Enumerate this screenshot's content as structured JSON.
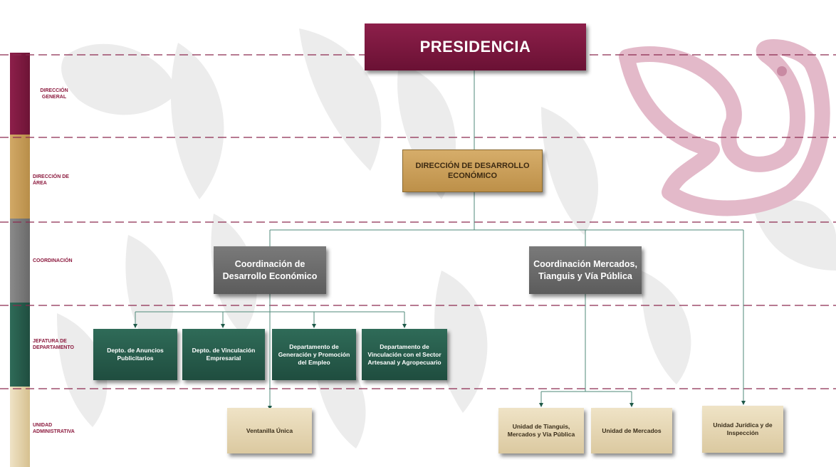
{
  "levels": {
    "direccion_general": "DIRECCIÓN GENERAL",
    "direccion_area": "DIRECCIÓN DE ÁREA",
    "coordinacion": "COORDINACIÓN",
    "jefatura": "JEFATURA DE DEPARTAMENTO",
    "unidad": "UNIDAD ADMINISTRATIVA"
  },
  "nodes": {
    "presidencia": "PRESIDENCIA",
    "direccion": "DIRECCIÓN DE DESARROLLO ECONÓMICO",
    "coord_desarrollo": "Coordinación de Desarrollo Económico",
    "coord_mercados": "Coordinación Mercados, Tianguis y Vía Pública",
    "depto_anuncios": "Depto. de Anuncios Publicitarios",
    "depto_vinculacion": "Depto. de Vinculación Empresarial",
    "depto_empleo": "Departamento de Generación y Promoción del Empleo",
    "depto_artesanal": "Departamento de Vinculación con el Sector Artesanal y Agropecuario",
    "ventanilla": "Ventanilla Única",
    "unidad_tianguis": "Unidad de Tianguis, Mercados y Vía Pública",
    "unidad_mercados": "Unidad de Mercados",
    "unidad_juridica": "Unidad Jurídica y de Inspección"
  },
  "colors": {
    "guinda": "#8d1f4a",
    "dorado": "#c9a05a",
    "gris": "#6b6b6b",
    "verde": "#235847",
    "beige": "#e6d7b4",
    "connector": "#4f8a7a",
    "divider": "#8c2a4f"
  }
}
